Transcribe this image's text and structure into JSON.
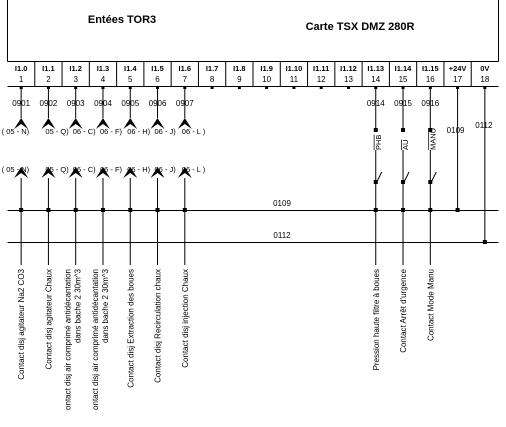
{
  "header": {
    "title_left": "Entées TOR3",
    "title_right": "Carte TSX DMZ 280R"
  },
  "terminals": [
    {
      "channel": "I1.0",
      "num": "1",
      "wire": "0901",
      "input": true
    },
    {
      "channel": "I1.1",
      "num": "2",
      "wire": "0902",
      "input": true
    },
    {
      "channel": "I1.2",
      "num": "3",
      "wire": "0903",
      "input": true
    },
    {
      "channel": "I1.3",
      "num": "4",
      "wire": "0904",
      "input": true
    },
    {
      "channel": "I1.4",
      "num": "5",
      "wire": "0905",
      "input": true
    },
    {
      "channel": "I1.5",
      "num": "6",
      "wire": "0906",
      "input": true
    },
    {
      "channel": "I1.6",
      "num": "7",
      "wire": "0907",
      "input": true
    },
    {
      "channel": "I1.7",
      "num": "8",
      "wire": "",
      "input": false
    },
    {
      "channel": "I1.8",
      "num": "9",
      "wire": "",
      "input": false
    },
    {
      "channel": "I1.9",
      "num": "10",
      "wire": "",
      "input": false
    },
    {
      "channel": "I1.10",
      "num": "11",
      "wire": "",
      "input": false
    },
    {
      "channel": "I1.11",
      "num": "12",
      "wire": "",
      "input": false
    },
    {
      "channel": "I1.12",
      "num": "13",
      "wire": "",
      "input": false
    },
    {
      "channel": "I1.13",
      "num": "14",
      "wire": "0914",
      "input": false
    },
    {
      "channel": "I1.14",
      "num": "15",
      "wire": "0915",
      "input": false
    },
    {
      "channel": "I1.15",
      "num": "16",
      "wire": "0916",
      "input": false
    },
    {
      "channel": "+24V",
      "num": "17",
      "wire": "",
      "input": false
    },
    {
      "channel": "0V",
      "num": "18",
      "wire": "",
      "input": false
    }
  ],
  "xrefs_top": [
    "( 05 - N)",
    "05 - Q)",
    "06 - C)",
    "06 - F)",
    "06 - H)",
    "06 - J)",
    "06 - L )"
  ],
  "xrefs_bottom": [
    "( 05 - N)",
    "05 - Q)",
    "06 - C)",
    "06 - F)",
    "06 - H)",
    "06 - J)",
    "06 - L )"
  ],
  "switch_labels": [
    "PHB",
    "AU",
    "MANU"
  ],
  "wire_24v": "0109",
  "wire_0v": "0112",
  "bus_top_label": "0109",
  "bus_bottom_label": "0112",
  "descriptions": [
    [
      "Contact disj agitateur Na2 CO3"
    ],
    [
      "Contact disj agitateur Chaux"
    ],
    [
      "ontact disj air comprimé antidécantation",
      "dans bache 2 30m^3"
    ],
    [
      "ontact disj air comprimé antidécantation",
      "dans bache 2 30m^3"
    ],
    [
      "Contact disj Extraction des boues"
    ],
    [
      "Contact disj Recirculation chaux"
    ],
    [
      "Contact disj injection Chaux"
    ],
    [
      "Pression haute filtre à boues"
    ],
    [
      "Contact Arrêt d'urgence"
    ],
    [
      "Contact Mode Manu"
    ]
  ]
}
